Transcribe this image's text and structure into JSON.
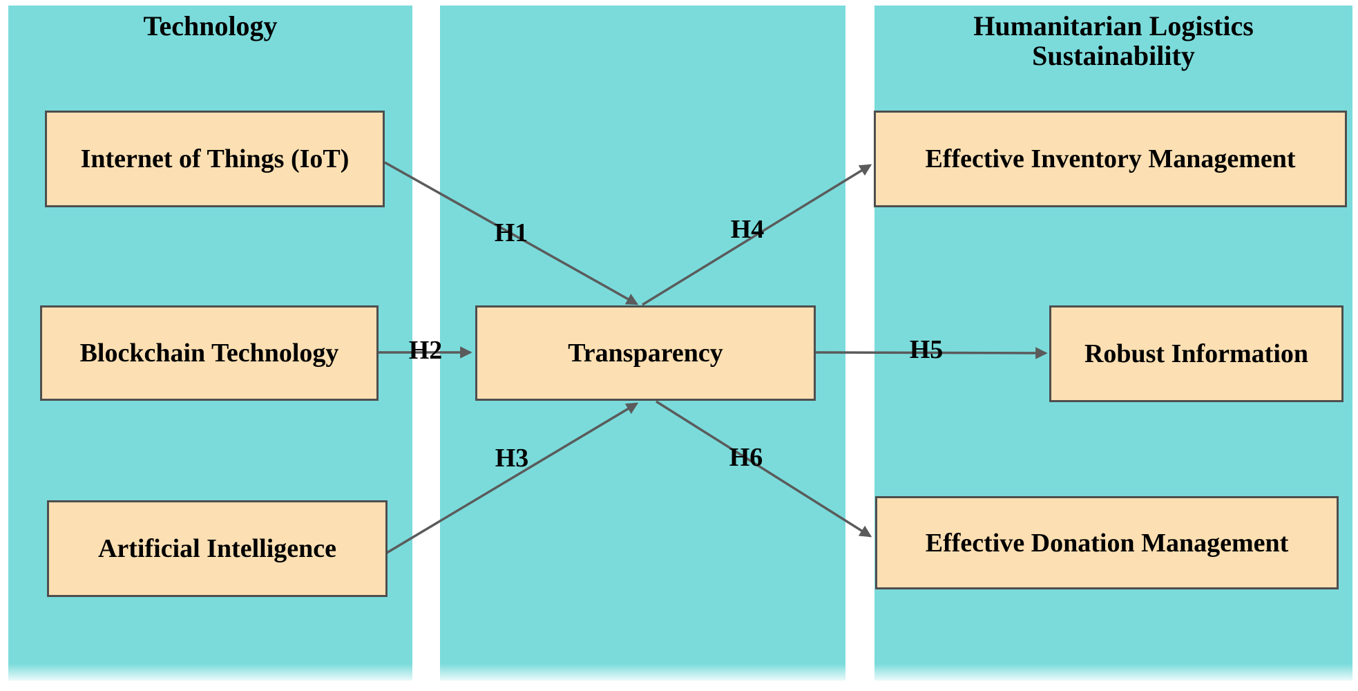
{
  "colors": {
    "panel": "#7BDBDB",
    "node-fill": "#FCDFB2",
    "node-border": "#4E4E4E",
    "arrow": "#5B5B5B",
    "text": "#000000",
    "canvas": "#FFFFFF"
  },
  "panels": {
    "technology": {
      "title": "Technology"
    },
    "mediator": {
      "title": ""
    },
    "sustainability": {
      "title_line1": "Humanitarian Logistics",
      "title_line2": "Sustainability"
    }
  },
  "nodes": {
    "iot": {
      "label": "Internet of Things (IoT)"
    },
    "blockchain": {
      "label": "Blockchain Technology"
    },
    "ai": {
      "label": "Artificial Intelligence"
    },
    "transparency": {
      "label": "Transparency"
    },
    "inventory": {
      "label": "Effective Inventory Management"
    },
    "robust": {
      "label": "Robust Information"
    },
    "donation": {
      "label": "Effective Donation Management"
    }
  },
  "hypotheses": {
    "h1": {
      "label": "H1",
      "from": "iot",
      "to": "transparency"
    },
    "h2": {
      "label": "H2",
      "from": "blockchain",
      "to": "transparency"
    },
    "h3": {
      "label": "H3",
      "from": "ai",
      "to": "transparency"
    },
    "h4": {
      "label": "H4",
      "from": "transparency",
      "to": "inventory"
    },
    "h5": {
      "label": "H5",
      "from": "transparency",
      "to": "robust"
    },
    "h6": {
      "label": "H6",
      "from": "transparency",
      "to": "donation"
    }
  }
}
